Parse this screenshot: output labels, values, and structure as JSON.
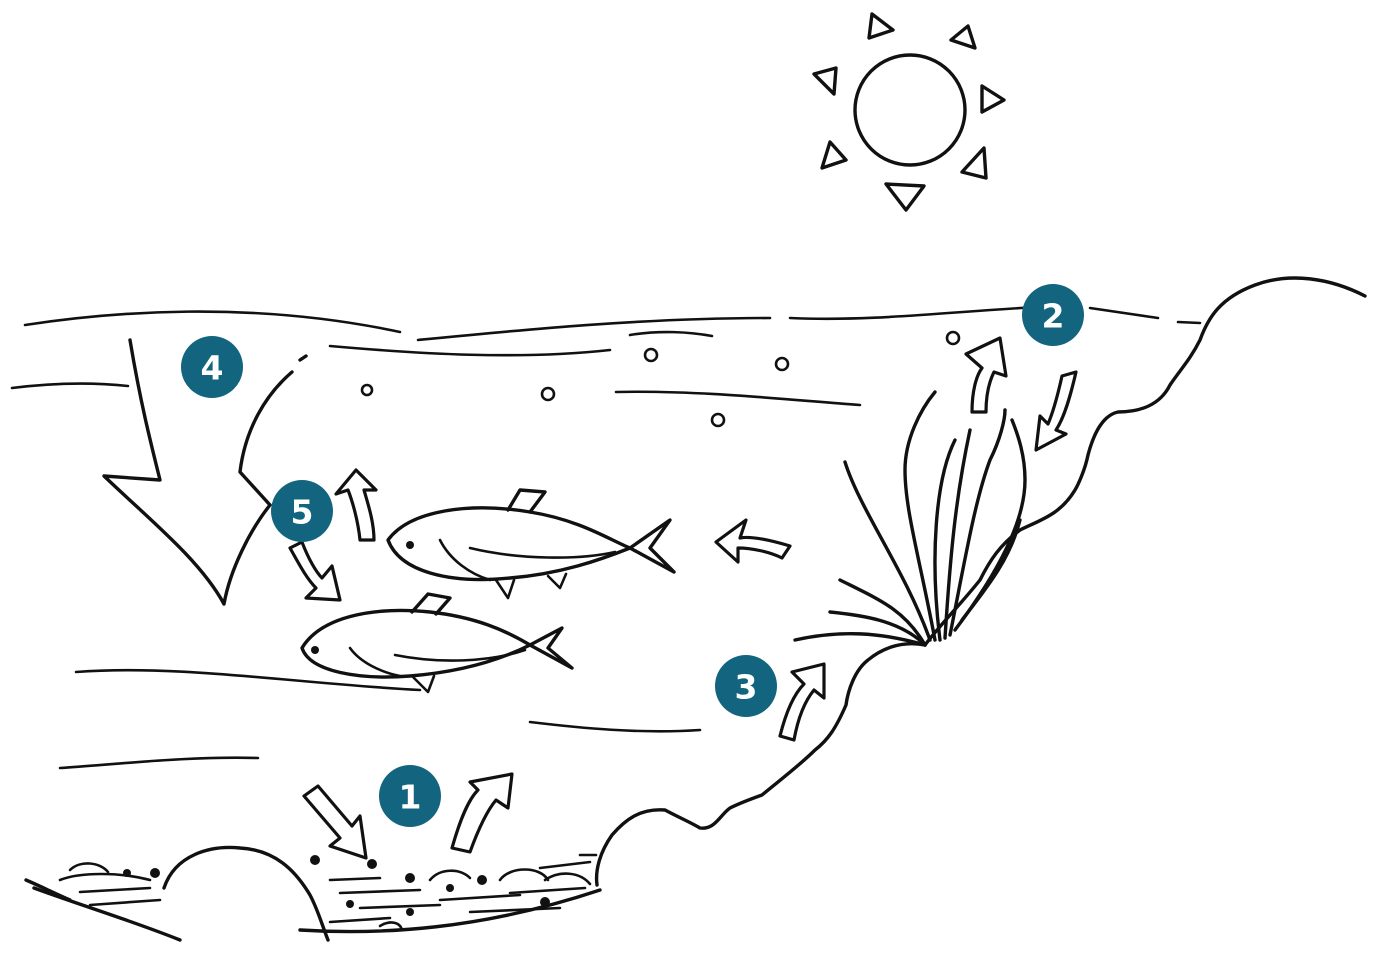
{
  "colors": {
    "ink": "#111111",
    "badge": "#13657f",
    "background": "#ffffff"
  },
  "markers": [
    {
      "id": "1",
      "label": "1"
    },
    {
      "id": "2",
      "label": "2"
    },
    {
      "id": "3",
      "label": "3"
    },
    {
      "id": "4",
      "label": "4"
    },
    {
      "id": "5",
      "label": "5"
    }
  ]
}
